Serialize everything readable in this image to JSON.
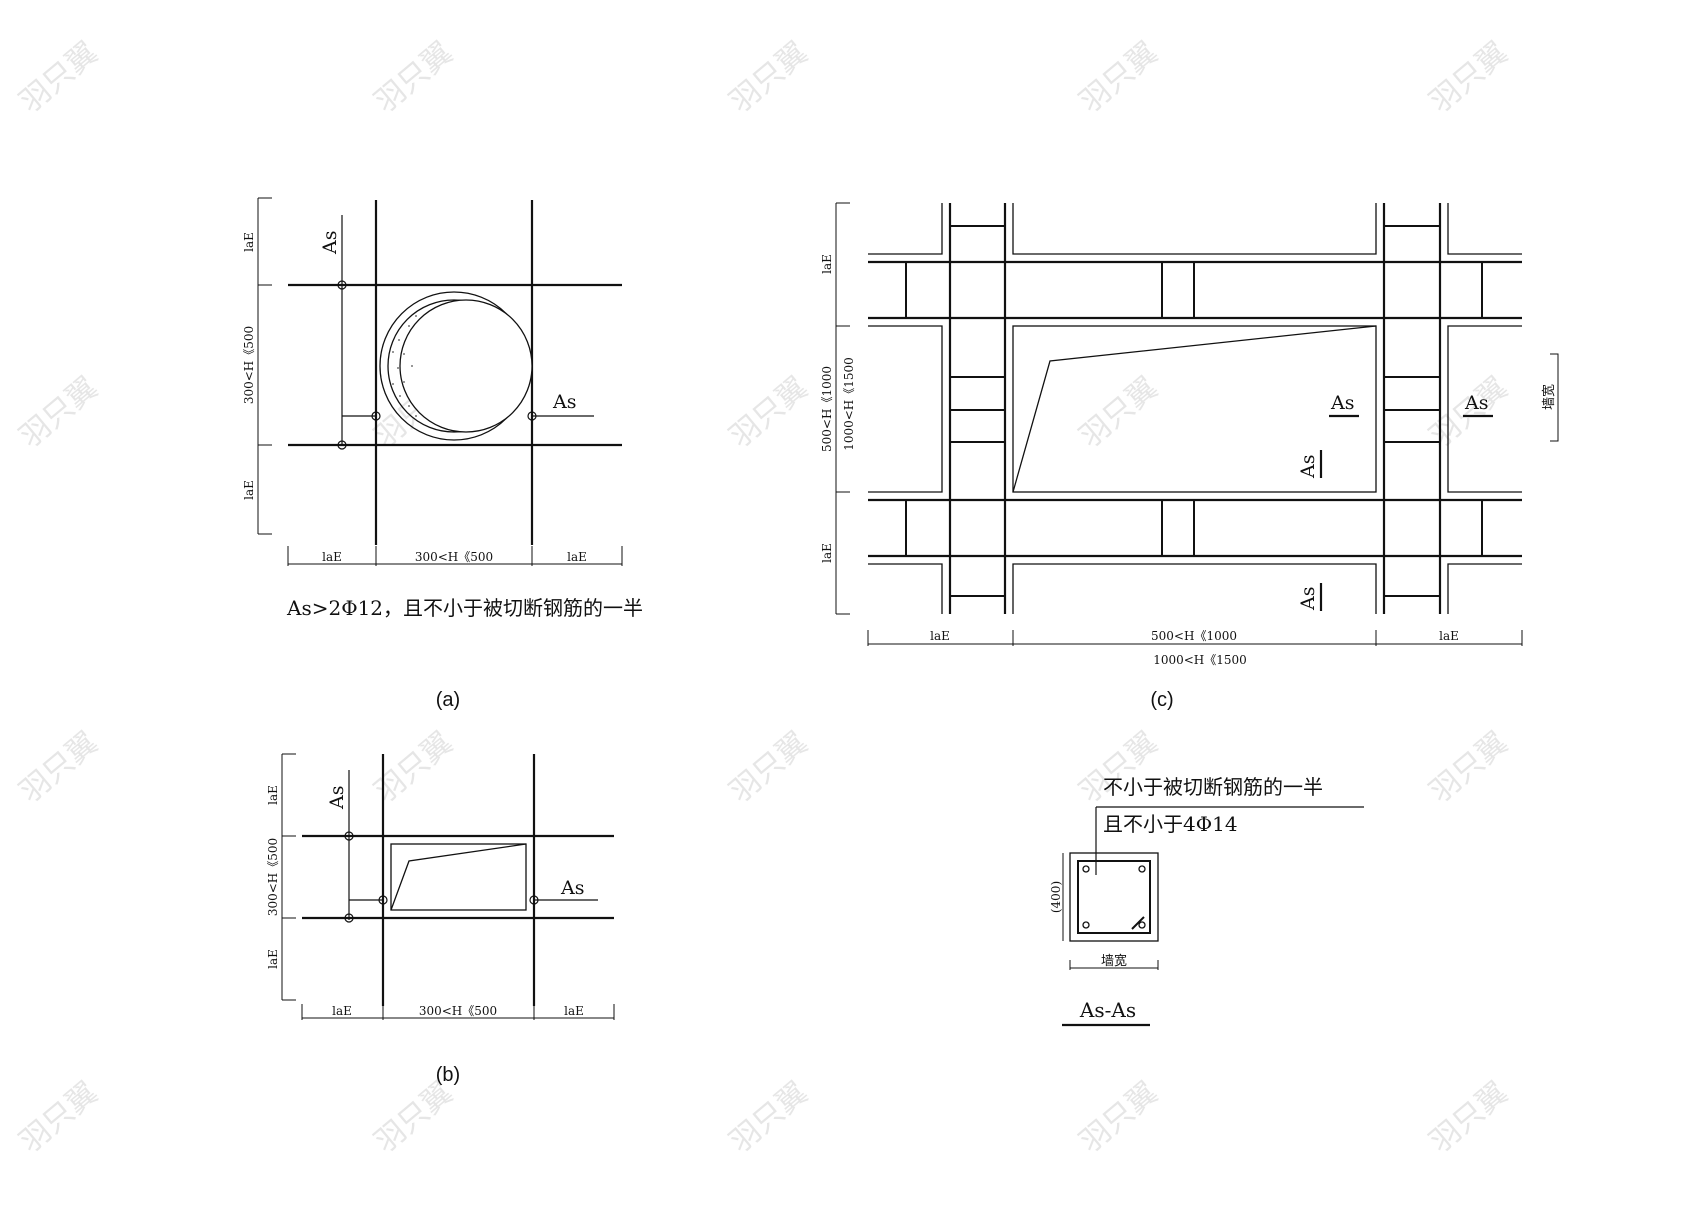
{
  "watermark": "羽只翼",
  "diagram_a": {
    "caption": "(a)",
    "rebar_label_top": "As",
    "rebar_label_side": "As",
    "dim_lae": "laE",
    "dim_opening": "300<H《500",
    "note": "As>2Φ12，且不小于被切断钢筋的一半"
  },
  "diagram_b": {
    "caption": "(b)",
    "rebar_label_top": "As",
    "rebar_label_side": "As",
    "dim_lae": "laE",
    "dim_opening": "300<H《500"
  },
  "diagram_c": {
    "caption": "(c)",
    "section_mark": "As",
    "dim_lae": "laE",
    "dim_opening_a": "500<H《1000",
    "dim_opening_b": "1000<H《1500",
    "wall_width": "墙宽"
  },
  "section": {
    "note_line1": "不小于被切断钢筋的一半",
    "note_line2": "且不小于4Φ14",
    "dim_height": "(400)",
    "wall_width": "墙宽",
    "title": "As-As"
  }
}
